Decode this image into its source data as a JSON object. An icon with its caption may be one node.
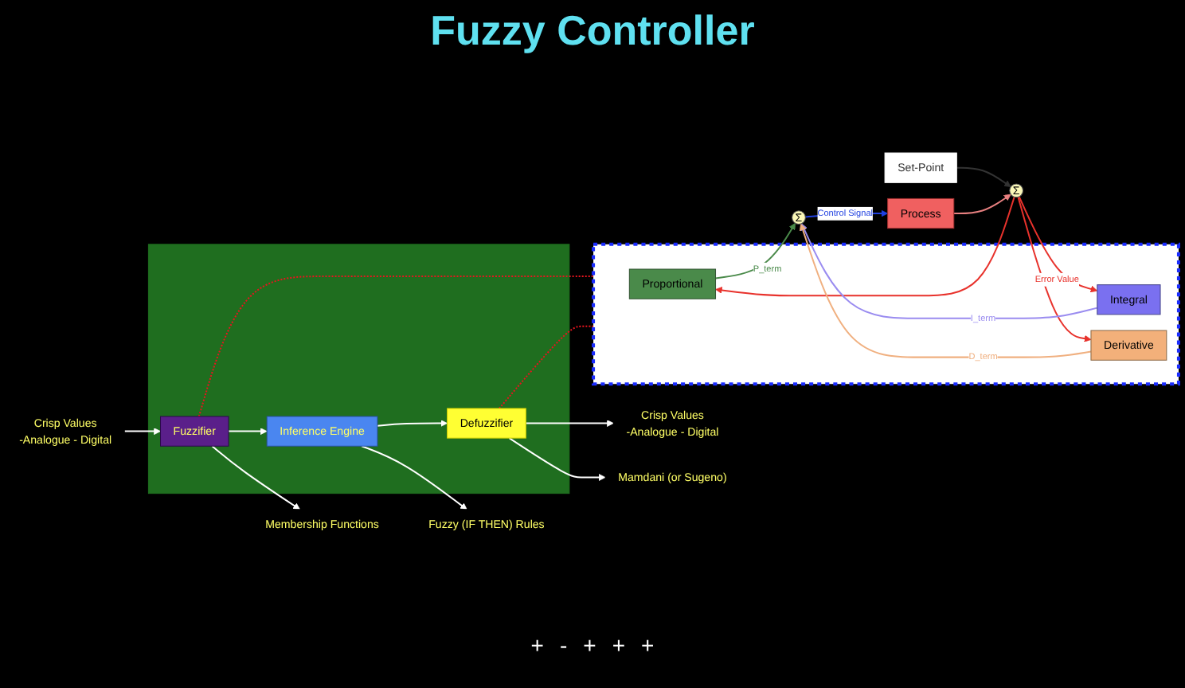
{
  "diagram": {
    "title": "Fuzzy Controller",
    "nodes": [
      {
        "text": [],
        "shape": "box"
      },
      {
        "text": [
          "Fuzzifier"
        ],
        "in": 0
      },
      {
        "text": [
          "Inference Engine"
        ],
        "in": 0
      },
      {
        "text": [
          "Defuzzifier"
        ],
        "in": 0
      },
      {
        "text": [
          "Crisp Values",
          "-Analogue - Digital"
        ]
      },
      {
        "text": [
          "Crisp Values",
          "-Analogue - Digital"
        ]
      },
      {
        "text": [
          "Membership Functions"
        ]
      },
      {
        "text": [
          "Fuzzy (IF THEN) Rules"
        ]
      },
      {
        "text": [
          "Mamdani (or Sugeno)"
        ]
      },
      {
        "text": [
          "Set-Point"
        ]
      },
      {
        "text": [
          "Σ"
        ]
      },
      {
        "text": [],
        "shape": "box"
      },
      {
        "text": [
          "Proportional"
        ],
        "in": 11
      },
      {
        "text": [
          "Integral"
        ],
        "in": 11
      },
      {
        "text": [
          "Derivative"
        ],
        "in": 11
      },
      {
        "text": [
          "Σ"
        ]
      },
      {
        "text": [
          "Process"
        ]
      }
    ],
    "edges": [
      {
        "from": 4,
        "to": 1,
        "arrow": "to"
      },
      {
        "from": 1,
        "to": 2,
        "arrow": "to"
      },
      {
        "from": 2,
        "to": 3,
        "arrow": "to"
      },
      {
        "from": 3,
        "to": 5,
        "arrow": "to"
      },
      {
        "from": 1,
        "to": 6,
        "arrow": "to"
      },
      {
        "from": 2,
        "to": 7,
        "arrow": "to"
      },
      {
        "from": 3,
        "to": 8,
        "arrow": "to"
      },
      {
        "from": 9,
        "to": 10,
        "arrow": "to",
        "color": "#333333"
      },
      {
        "from": 10,
        "to": 12,
        "arrow": "to",
        "color": "#e8322c"
      },
      {
        "from": 10,
        "to": 13,
        "label": "Error Value",
        "arrow": "to",
        "color": "#e8322c"
      },
      {
        "from": 10,
        "to": 14,
        "arrow": "to",
        "color": "#e8322c"
      },
      {
        "from": 12,
        "to": 15,
        "label": "P_term",
        "arrow": "to",
        "color": "#4a8a4a"
      },
      {
        "from": 13,
        "to": 15,
        "label": "I_term",
        "arrow": "to",
        "color": "#9a8cf0"
      },
      {
        "from": 14,
        "to": 15,
        "label": "D_term",
        "arrow": "to",
        "color": "#f0b080"
      },
      {
        "from": 15,
        "to": 16,
        "label": "Control Signal",
        "arrow": "to",
        "color": "#2040e0"
      },
      {
        "from": 16,
        "to": 10,
        "arrow": "to",
        "color": "#e88080"
      },
      {
        "from": 1,
        "to": 11,
        "arrow": "none",
        "style": "dashed",
        "color": "#e8141e"
      },
      {
        "from": 3,
        "to": 11,
        "arrow": "none",
        "style": "dashed",
        "color": "#e8141e"
      }
    ],
    "labels": [
      "+",
      "-",
      "+",
      "+",
      "+"
    ]
  }
}
